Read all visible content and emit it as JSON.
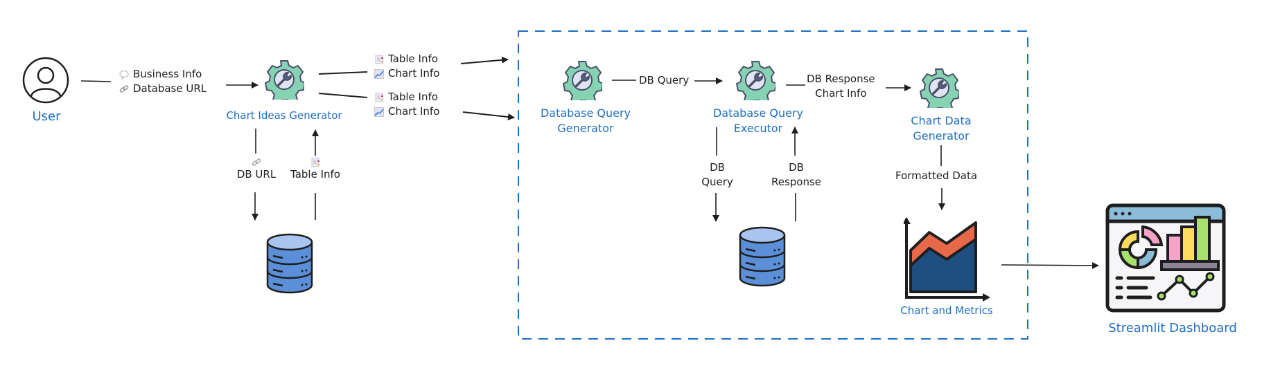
{
  "nodes": {
    "user": {
      "label": "User"
    },
    "chart_ideas_generator": {
      "label": "Chart Ideas Generator"
    },
    "database_query_generator": {
      "label_line1": "Database Query",
      "label_line2": "Generator"
    },
    "database_query_executor": {
      "label_line1": "Database Query",
      "label_line2": "Executor"
    },
    "chart_data_generator": {
      "label_line1": "Chart Data",
      "label_line2": "Generator"
    },
    "chart_and_metrics": {
      "label": "Chart and Metrics"
    },
    "streamlit_dashboard": {
      "label": "Streamlit Dashboard"
    }
  },
  "edges": {
    "user_to_ideas": {
      "line1": "Business Info",
      "line2": "Database URL",
      "icon1": "speech-bubble-icon",
      "icon2": "link-icon"
    },
    "ideas_to_box_upper": {
      "line1": "Table Info",
      "line2": "Chart Info",
      "icon1": "document-icon",
      "icon2": "line-chart-icon"
    },
    "ideas_to_box_lower": {
      "line1": "Table Info",
      "line2": "Chart Info",
      "icon1": "document-icon",
      "icon2": "line-chart-icon"
    },
    "ideas_to_db": {
      "label": "DB URL",
      "icon": "link-icon"
    },
    "db_to_ideas": {
      "label": "Table Info",
      "icon": "document-icon"
    },
    "gen_to_exec": {
      "label": "DB Query"
    },
    "exec_to_chartgen": {
      "line1": "DB Response",
      "line2": "Chart Info"
    },
    "exec_to_db": {
      "line1": "DB",
      "line2": "Query"
    },
    "db_to_exec": {
      "line1": "DB",
      "line2": "Response"
    },
    "chartgen_to_chart": {
      "label": "Formatted Data"
    }
  },
  "colors": {
    "label_blue": "#1e6fc2",
    "gear_green": "#86d3b4",
    "gear_center": "#dfe4f3",
    "wrench": "#5a6182",
    "db_blue": "#5b8fd8",
    "db_top": "#a9c4ee",
    "chart_orange": "#e8694a",
    "chart_navy": "#1f4f80",
    "dashed_border": "#1e6fc2"
  }
}
